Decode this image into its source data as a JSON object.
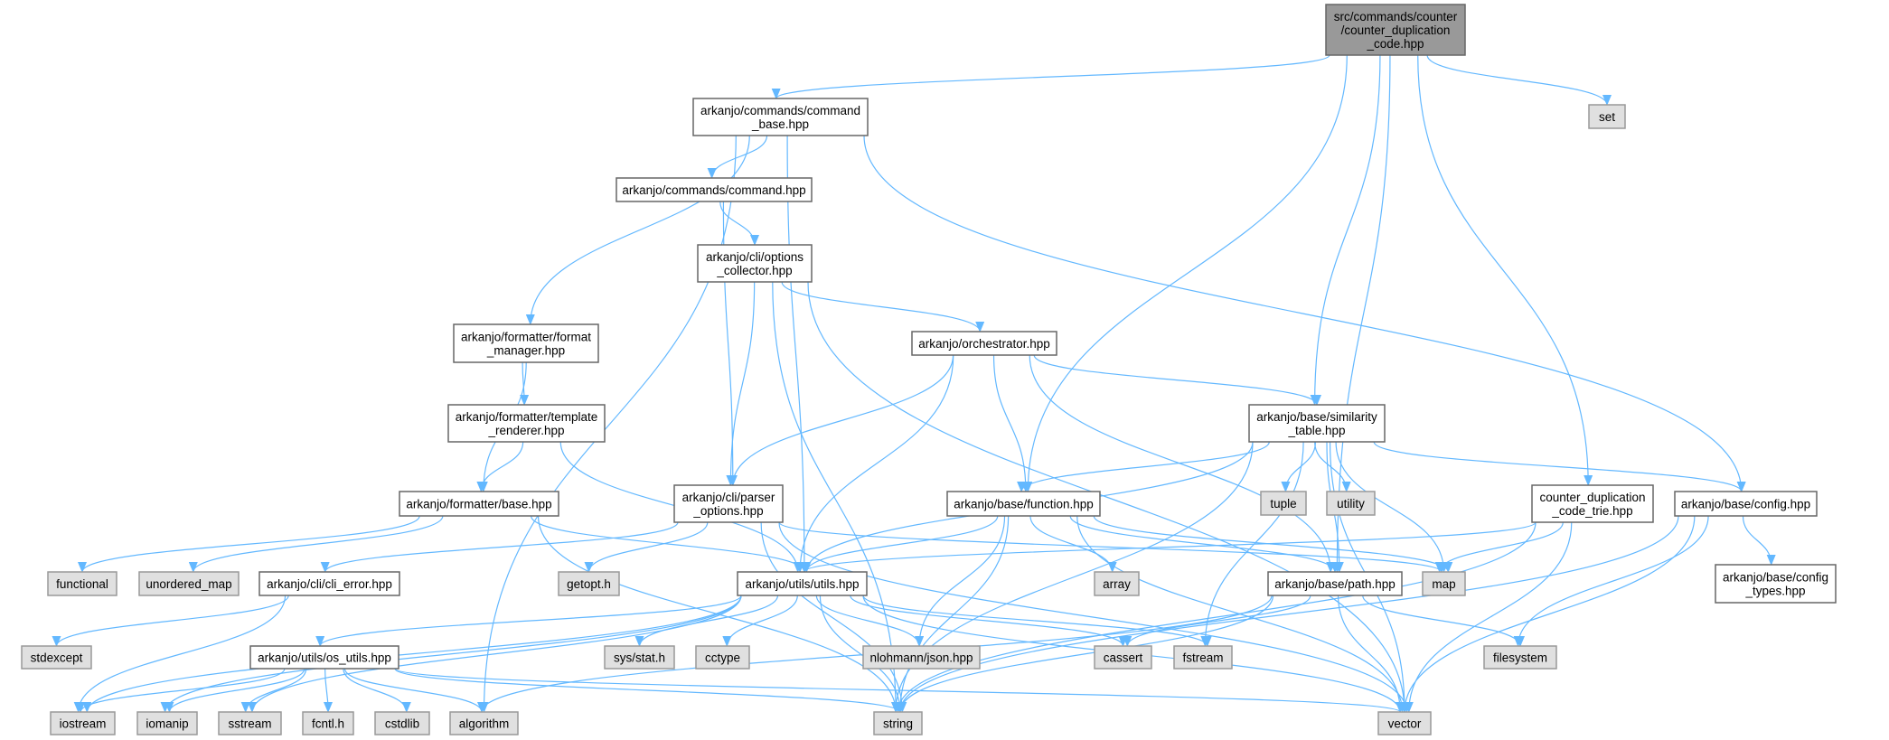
{
  "title": "Include dependency graph for counter_duplication_code.hpp",
  "colors": {
    "edge": "#63b8ff",
    "root_fill": "#999999",
    "local_fill": "#ffffff",
    "system_fill": "#e0e0e0"
  },
  "nodes": {
    "root": {
      "kind": "root",
      "lines": [
        "src/commands/counter",
        "/counter_duplication",
        "_code.hpp"
      ]
    },
    "cmdbase": {
      "kind": "local",
      "lines": [
        "arkanjo/commands/command",
        "_base.hpp"
      ]
    },
    "set": {
      "kind": "sys",
      "lines": [
        "set"
      ]
    },
    "command": {
      "kind": "local",
      "lines": [
        "arkanjo/commands/command.hpp"
      ]
    },
    "opts_collector": {
      "kind": "local",
      "lines": [
        "arkanjo/cli/options",
        "_collector.hpp"
      ]
    },
    "orchestrator": {
      "kind": "local",
      "lines": [
        "arkanjo/orchestrator.hpp"
      ]
    },
    "format_manager": {
      "kind": "local",
      "lines": [
        "arkanjo/formatter/format",
        "_manager.hpp"
      ]
    },
    "template_renderer": {
      "kind": "local",
      "lines": [
        "arkanjo/formatter/template",
        "_renderer.hpp"
      ]
    },
    "formatter_base": {
      "kind": "local",
      "lines": [
        "arkanjo/formatter/base.hpp"
      ]
    },
    "parser_options": {
      "kind": "local",
      "lines": [
        "arkanjo/cli/parser",
        "_options.hpp"
      ]
    },
    "similarity": {
      "kind": "local",
      "lines": [
        "arkanjo/base/similarity",
        "_table.hpp"
      ]
    },
    "function": {
      "kind": "local",
      "lines": [
        "arkanjo/base/function.hpp"
      ]
    },
    "trie": {
      "kind": "local",
      "lines": [
        "counter_duplication",
        "_code_trie.hpp"
      ]
    },
    "config": {
      "kind": "local",
      "lines": [
        "arkanjo/base/config.hpp"
      ]
    },
    "config_types": {
      "kind": "local",
      "lines": [
        "arkanjo/base/config",
        "_types.hpp"
      ]
    },
    "tuple": {
      "kind": "sys",
      "lines": [
        "tuple"
      ]
    },
    "utility": {
      "kind": "sys",
      "lines": [
        "utility"
      ]
    },
    "functional": {
      "kind": "sys",
      "lines": [
        "functional"
      ]
    },
    "unordered_map": {
      "kind": "sys",
      "lines": [
        "unordered_map"
      ]
    },
    "cli_error": {
      "kind": "local",
      "lines": [
        "arkanjo/cli/cli_error.hpp"
      ]
    },
    "getopt": {
      "kind": "sys",
      "lines": [
        "getopt.h"
      ]
    },
    "utils": {
      "kind": "local",
      "lines": [
        "arkanjo/utils/utils.hpp"
      ]
    },
    "array": {
      "kind": "sys",
      "lines": [
        "array"
      ]
    },
    "path": {
      "kind": "local",
      "lines": [
        "arkanjo/base/path.hpp"
      ]
    },
    "map": {
      "kind": "sys",
      "lines": [
        "map"
      ]
    },
    "stdexcept": {
      "kind": "sys",
      "lines": [
        "stdexcept"
      ]
    },
    "os_utils": {
      "kind": "local",
      "lines": [
        "arkanjo/utils/os_utils.hpp"
      ]
    },
    "sys_stat": {
      "kind": "sys",
      "lines": [
        "sys/stat.h"
      ]
    },
    "cctype": {
      "kind": "sys",
      "lines": [
        "cctype"
      ]
    },
    "nlohmann": {
      "kind": "sys",
      "lines": [
        "nlohmann/json.hpp"
      ]
    },
    "cassert": {
      "kind": "sys",
      "lines": [
        "cassert"
      ]
    },
    "fstream": {
      "kind": "sys",
      "lines": [
        "fstream"
      ]
    },
    "filesystem": {
      "kind": "sys",
      "lines": [
        "filesystem"
      ]
    },
    "iostream": {
      "kind": "sys",
      "lines": [
        "iostream"
      ]
    },
    "iomanip": {
      "kind": "sys",
      "lines": [
        "iomanip"
      ]
    },
    "sstream": {
      "kind": "sys",
      "lines": [
        "sstream"
      ]
    },
    "fcntl": {
      "kind": "sys",
      "lines": [
        "fcntl.h"
      ]
    },
    "cstdlib": {
      "kind": "sys",
      "lines": [
        "cstdlib"
      ]
    },
    "algorithm": {
      "kind": "sys",
      "lines": [
        "algorithm"
      ]
    },
    "string": {
      "kind": "sys",
      "lines": [
        "string"
      ]
    },
    "vector": {
      "kind": "sys",
      "lines": [
        "vector"
      ]
    }
  },
  "edges": [
    [
      "root",
      "cmdbase"
    ],
    [
      "root",
      "set"
    ],
    [
      "root",
      "function"
    ],
    [
      "root",
      "similarity"
    ],
    [
      "root",
      "path"
    ],
    [
      "root",
      "trie"
    ],
    [
      "cmdbase",
      "algorithm"
    ],
    [
      "cmdbase",
      "format_manager"
    ],
    [
      "cmdbase",
      "command"
    ],
    [
      "cmdbase",
      "utils"
    ],
    [
      "cmdbase",
      "config"
    ],
    [
      "command",
      "opts_collector"
    ],
    [
      "command",
      "parser_options"
    ],
    [
      "opts_collector",
      "string"
    ],
    [
      "opts_collector",
      "parser_options"
    ],
    [
      "opts_collector",
      "orchestrator"
    ],
    [
      "opts_collector",
      "vector"
    ],
    [
      "orchestrator",
      "parser_options"
    ],
    [
      "orchestrator",
      "utils"
    ],
    [
      "orchestrator",
      "function"
    ],
    [
      "orchestrator",
      "path"
    ],
    [
      "orchestrator",
      "similarity"
    ],
    [
      "format_manager",
      "formatter_base"
    ],
    [
      "format_manager",
      "template_renderer"
    ],
    [
      "template_renderer",
      "formatter_base"
    ],
    [
      "template_renderer",
      "utils"
    ],
    [
      "formatter_base",
      "functional"
    ],
    [
      "formatter_base",
      "unordered_map"
    ],
    [
      "formatter_base",
      "string"
    ],
    [
      "formatter_base",
      "utils"
    ],
    [
      "parser_options",
      "cli_error"
    ],
    [
      "parser_options",
      "getopt"
    ],
    [
      "parser_options",
      "string"
    ],
    [
      "parser_options",
      "map"
    ],
    [
      "parser_options",
      "vector"
    ],
    [
      "cli_error",
      "iostream"
    ],
    [
      "cli_error",
      "stdexcept"
    ],
    [
      "similarity",
      "utils"
    ],
    [
      "similarity",
      "function"
    ],
    [
      "similarity",
      "tuple"
    ],
    [
      "similarity",
      "utility"
    ],
    [
      "similarity",
      "map"
    ],
    [
      "similarity",
      "path"
    ],
    [
      "similarity",
      "string"
    ],
    [
      "similarity",
      "fstream"
    ],
    [
      "similarity",
      "config"
    ],
    [
      "similarity",
      "vector"
    ],
    [
      "function",
      "utils"
    ],
    [
      "function",
      "nlohmann"
    ],
    [
      "function",
      "string"
    ],
    [
      "function",
      "array"
    ],
    [
      "function",
      "path"
    ],
    [
      "function",
      "map"
    ],
    [
      "function",
      "vector"
    ],
    [
      "trie",
      "utils"
    ],
    [
      "trie",
      "map"
    ],
    [
      "trie",
      "string"
    ],
    [
      "trie",
      "vector"
    ],
    [
      "config",
      "filesystem"
    ],
    [
      "config",
      "string"
    ],
    [
      "config",
      "config_types"
    ],
    [
      "config",
      "vector"
    ],
    [
      "path",
      "cassert"
    ],
    [
      "path",
      "algorithm"
    ],
    [
      "path",
      "string"
    ],
    [
      "path",
      "vector"
    ],
    [
      "path",
      "filesystem"
    ],
    [
      "utils",
      "iostream"
    ],
    [
      "utils",
      "iomanip"
    ],
    [
      "utils",
      "sstream"
    ],
    [
      "utils",
      "os_utils"
    ],
    [
      "utils",
      "sys_stat"
    ],
    [
      "utils",
      "cctype"
    ],
    [
      "utils",
      "nlohmann"
    ],
    [
      "utils",
      "string"
    ],
    [
      "utils",
      "vector"
    ],
    [
      "utils",
      "cassert"
    ],
    [
      "utils",
      "fstream"
    ],
    [
      "os_utils",
      "iostream"
    ],
    [
      "os_utils",
      "iomanip"
    ],
    [
      "os_utils",
      "sstream"
    ],
    [
      "os_utils",
      "fcntl"
    ],
    [
      "os_utils",
      "cstdlib"
    ],
    [
      "os_utils",
      "algorithm"
    ],
    [
      "os_utils",
      "string"
    ],
    [
      "os_utils",
      "vector"
    ]
  ]
}
